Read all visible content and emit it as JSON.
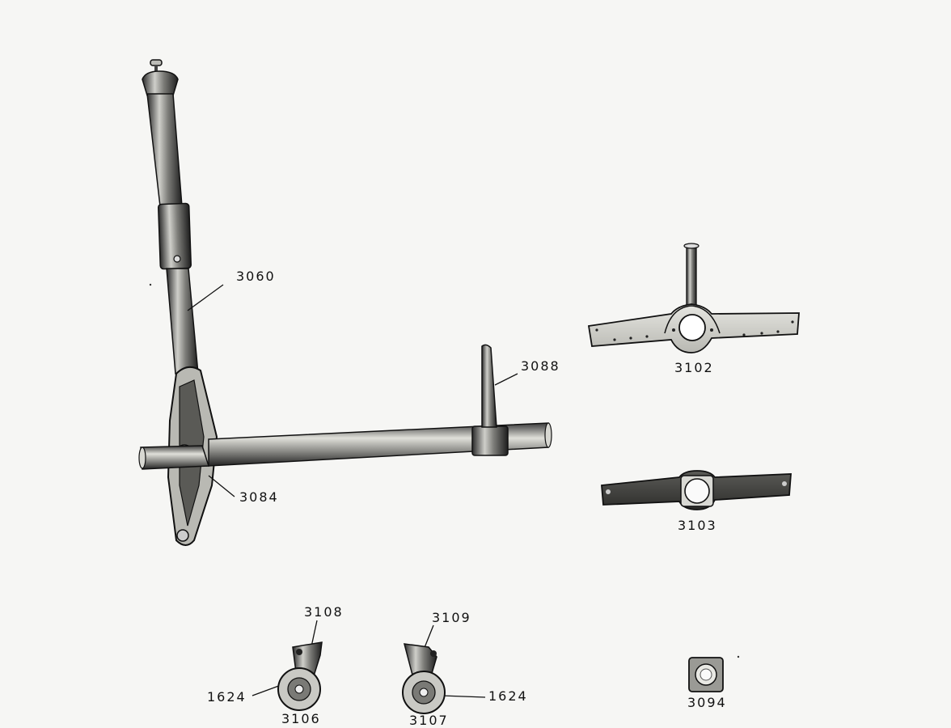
{
  "parts": {
    "p3060": "3060",
    "p3088": "3088",
    "p3084": "3084",
    "p3102": "3102",
    "p3103": "3103",
    "p3108": "3108",
    "p3109": "3109",
    "p1624_left": "1624",
    "p1624_right": "1624",
    "p3106": "3106",
    "p3107": "3107",
    "p3094": "3094"
  },
  "colors": {
    "paper": "#f6f6f4",
    "ink": "#111111",
    "metal_dark": "#2b2b2b",
    "metal_mid": "#8a8a86",
    "metal_light": "#d9d9d4"
  }
}
